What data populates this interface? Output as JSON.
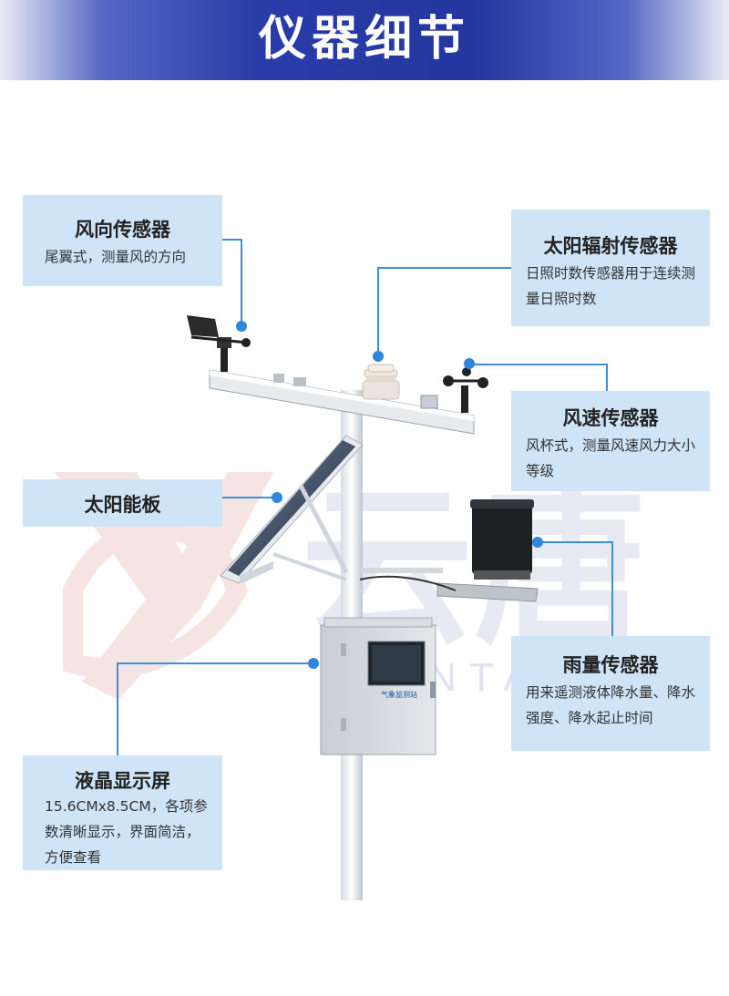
{
  "header": {
    "title": "仪器细节"
  },
  "watermark": {
    "brand": "云唐",
    "latin": "YUNTANG"
  },
  "station": {
    "cabinet_label": "气象监测站"
  },
  "callouts": {
    "wind_direction": {
      "title": "风向传感器",
      "desc": "尾翼式，测量风的方向"
    },
    "solar_radiation": {
      "title": "太阳辐射传感器",
      "desc": "日照时数传感器用于连续测量日照时数"
    },
    "wind_speed": {
      "title": "风速传感器",
      "desc": "风杯式，测量风速风力大小等级"
    },
    "solar_panel": {
      "title": "太阳能板"
    },
    "rain": {
      "title": "雨量传感器",
      "desc": "用来遥测液体降水量、降水强度、降水起止时间"
    },
    "lcd": {
      "title": "液晶显示屏",
      "desc": "15.6CMx8.5CM，各项参数清晰显示，界面简洁，方便查看"
    }
  },
  "colors": {
    "accent": "#3c8fdd",
    "card": "#cfe5f7",
    "banner": "#24369f"
  }
}
